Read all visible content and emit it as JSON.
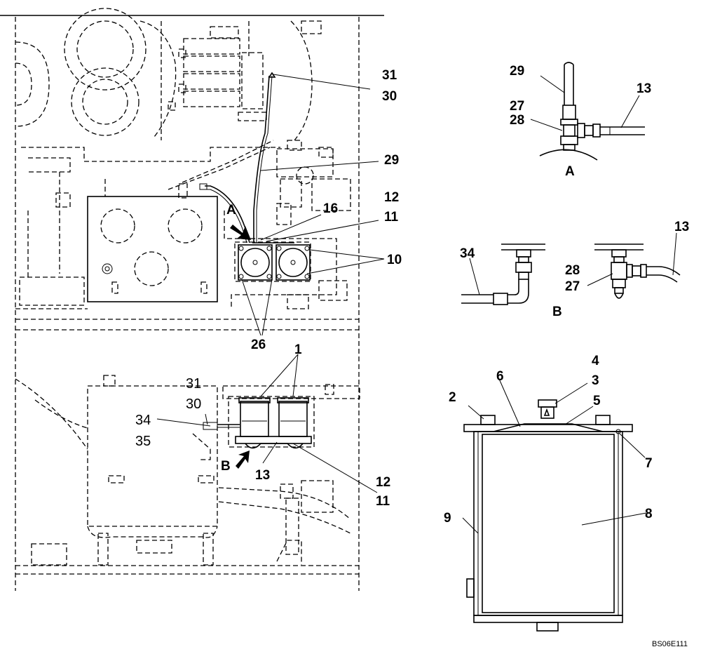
{
  "callouts": {
    "c31a": "31",
    "c30a": "30",
    "c29a": "29",
    "c12a": "12",
    "c16": "16",
    "c11a": "11",
    "c10": "10",
    "c26": "26",
    "c1": "1",
    "c31b": "31",
    "c30b": "30",
    "c34a": "34",
    "c35": "35",
    "c13a": "13",
    "c12b": "12",
    "c11b": "11",
    "dA_29": "29",
    "dA_27": "27",
    "dA_28": "28",
    "dA_13": "13",
    "dB_34": "34",
    "dB_13": "13",
    "dB_28": "28",
    "dB_27": "27",
    "f4": "4",
    "f6": "6",
    "f3": "3",
    "f2": "2",
    "f5": "5",
    "f7": "7",
    "f9": "9",
    "f8": "8"
  },
  "views": {
    "arrow_a": "A",
    "arrow_b": "B",
    "detail_a": "A",
    "detail_b": "B"
  },
  "figure_code": "BS06E111"
}
